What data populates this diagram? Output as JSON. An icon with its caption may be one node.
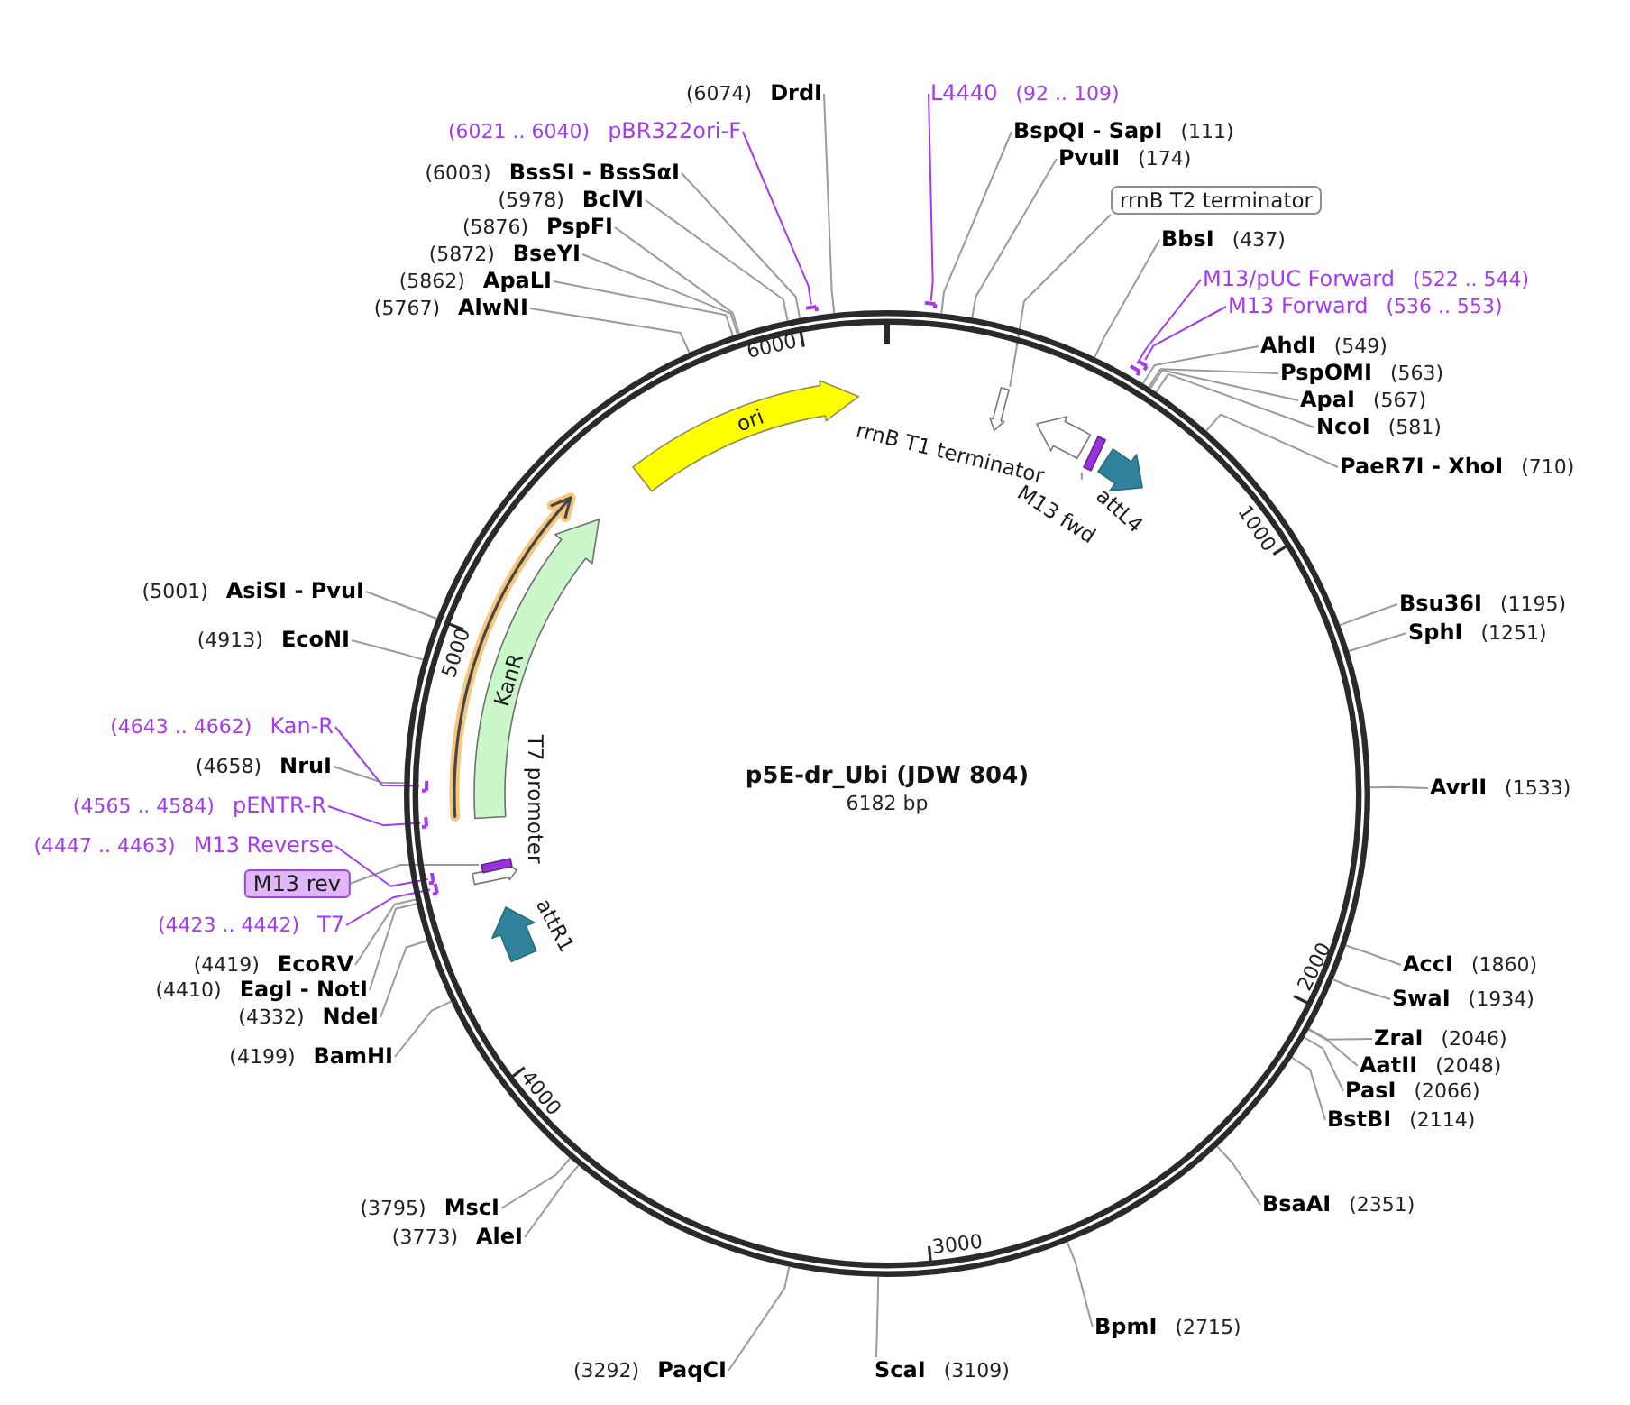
{
  "diagram": {
    "nodes": [
      {
        "text": [
          "p5E-dr_Ubi (JDW 804)",
          "6182 bp"
        ]
      },
      {
        "text": [
          "ori"
        ],
        "in": 0
      },
      {
        "text": [],
        "shape": "arrow",
        "in": 0
      },
      {
        "text": [],
        "shape": "arrow",
        "beside": [
          "rrnB T1 terminator"
        ],
        "in": 0
      },
      {
        "text": [],
        "shape": "bar",
        "in": 0
      },
      {
        "text": [
          "M13 fwd"
        ],
        "in": 0
      },
      {
        "text": [],
        "shape": "arrow",
        "beside": [
          "attL4"
        ],
        "in": 0
      },
      {
        "text": [],
        "shape": "arrow",
        "beside": [
          "attR1"
        ],
        "in": 0
      },
      {
        "text": [],
        "shape": "arrow",
        "beside": [
          "T7 promoter"
        ],
        "in": 0
      },
      {
        "text": [],
        "shape": "bar",
        "in": 0
      },
      {
        "text": [
          "KanR"
        ],
        "in": 0
      },
      {
        "text": [],
        "shape": "arrow",
        "in": 0
      },
      {
        "text": [],
        "shape": "bar"
      },
      {
        "text": [],
        "shape": "bar"
      },
      {
        "text": [],
        "shape": "bar"
      },
      {
        "text": [],
        "shape": "bar",
        "in": 0
      },
      {
        "text": [],
        "shape": "bar",
        "in": 0
      },
      {
        "text": [],
        "shape": "bar",
        "in": 0
      },
      {
        "text": [],
        "shape": "bar",
        "in": 0
      },
      {
        "text": [],
        "shape": "bar"
      },
      {
        "text": [
          "L4440",
          "(92 .. 109)"
        ]
      },
      {
        "text": [
          "BspQI - SapI",
          "(111)"
        ]
      },
      {
        "text": [
          "PvuII",
          "(174)"
        ]
      },
      {
        "text": [
          "rrnB T2 terminator"
        ]
      },
      {
        "text": [
          "BbsI",
          "(437)"
        ]
      },
      {
        "text": [
          "M13/pUC Forward",
          "(522 .. 544)"
        ]
      },
      {
        "text": [
          "M13 Forward",
          "(536 .. 553)"
        ]
      },
      {
        "text": [
          "AhdI",
          "(549)"
        ]
      },
      {
        "text": [
          "PspOMI",
          "(563)"
        ]
      },
      {
        "text": [
          "ApaI",
          "(567)"
        ]
      },
      {
        "text": [
          "NcoI",
          "(581)"
        ]
      },
      {
        "text": [
          "PaeR7I - XhoI",
          "(710)"
        ]
      },
      {
        "text": [
          "Bsu36I",
          "(1195)"
        ]
      },
      {
        "text": [
          "SphI",
          "(1251)"
        ]
      },
      {
        "text": [
          "AvrII",
          "(1533)"
        ]
      },
      {
        "text": [
          "AccI",
          "(1860)"
        ]
      },
      {
        "text": [
          "SwaI",
          "(1934)"
        ]
      },
      {
        "text": [
          "ZraI",
          "(2046)"
        ]
      },
      {
        "text": [
          "AatII",
          "(2048)"
        ]
      },
      {
        "text": [
          "PasI",
          "(2066)"
        ]
      },
      {
        "text": [
          "BstBI",
          "(2114)"
        ]
      },
      {
        "text": [
          "BsaAI",
          "(2351)"
        ]
      },
      {
        "text": [
          "BpmI",
          "(2715)"
        ]
      },
      {
        "text": [
          "ScaI",
          "(3109)"
        ]
      },
      {
        "text": [
          "(3292)",
          "PaqCI"
        ]
      },
      {
        "text": [
          "(3773)",
          "AleI"
        ]
      },
      {
        "text": [
          "(3795)",
          "MscI"
        ]
      },
      {
        "text": [
          "(4199)",
          "BamHI"
        ]
      },
      {
        "text": [
          "(4332)",
          "NdeI"
        ]
      },
      {
        "text": [
          "(4410)",
          "EagI - NotI"
        ]
      },
      {
        "text": [
          "(4419)",
          "EcoRV"
        ]
      },
      {
        "text": [
          "(4423 .. 4442)",
          "T7"
        ]
      },
      {
        "text": [
          "M13 rev"
        ]
      },
      {
        "text": [
          "(4447 .. 4463)",
          "M13 Reverse"
        ]
      },
      {
        "text": [
          "(4565 .. 4584)",
          "pENTR-R"
        ]
      },
      {
        "text": [
          "(4658)",
          "NruI"
        ]
      },
      {
        "text": [
          "(4643 .. 4662)",
          "Kan-R"
        ]
      },
      {
        "text": [
          "(4913)",
          "EcoNI"
        ]
      },
      {
        "text": [
          "(5001)",
          "AsiSI - PvuI"
        ]
      },
      {
        "text": [
          "(5767)",
          "AlwNI"
        ]
      },
      {
        "text": [
          "(5862)",
          "ApaLI"
        ]
      },
      {
        "text": [
          "(5872)",
          "BseYI"
        ]
      },
      {
        "text": [
          "(5876)",
          "PspFI"
        ]
      },
      {
        "text": [
          "(5978)",
          "BclVI"
        ]
      },
      {
        "text": [
          "(6003)",
          "BssSI - BssSαI"
        ]
      },
      {
        "text": [
          "(6021 .. 6040)",
          "pBR322ori-F"
        ]
      },
      {
        "text": [
          "(6074)",
          "DrdI"
        ]
      }
    ],
    "edges": [
      {
        "from": 20,
        "to": 12,
        "arrow": "none",
        "color": "#a23cf0"
      },
      {
        "from": 21,
        "to": 0,
        "arrow": "none"
      },
      {
        "from": 22,
        "to": 0,
        "arrow": "none"
      },
      {
        "from": 23,
        "to": 2,
        "arrow": "none"
      },
      {
        "from": 24,
        "to": 0,
        "arrow": "none"
      },
      {
        "from": 25,
        "to": 13,
        "arrow": "none",
        "color": "#a23cf0"
      },
      {
        "from": 26,
        "to": 14,
        "arrow": "none",
        "color": "#a23cf0"
      },
      {
        "from": 27,
        "to": 0,
        "arrow": "none"
      },
      {
        "from": 28,
        "to": 0,
        "arrow": "none"
      },
      {
        "from": 29,
        "to": 0,
        "arrow": "none"
      },
      {
        "from": 30,
        "to": 0,
        "arrow": "none"
      },
      {
        "from": 31,
        "to": 0,
        "arrow": "none"
      },
      {
        "from": 32,
        "to": 0,
        "arrow": "none"
      },
      {
        "from": 33,
        "to": 0,
        "arrow": "none"
      },
      {
        "from": 34,
        "to": 0,
        "arrow": "none"
      },
      {
        "from": 35,
        "to": 0,
        "arrow": "none"
      },
      {
        "from": 36,
        "to": 0,
        "arrow": "none"
      },
      {
        "from": 37,
        "to": 0,
        "arrow": "none"
      },
      {
        "from": 38,
        "to": 0,
        "arrow": "none"
      },
      {
        "from": 39,
        "to": 0,
        "arrow": "none"
      },
      {
        "from": 40,
        "to": 0,
        "arrow": "none"
      },
      {
        "from": 41,
        "to": 0,
        "arrow": "none"
      },
      {
        "from": 42,
        "to": 0,
        "arrow": "none"
      },
      {
        "from": 43,
        "to": 0,
        "arrow": "none"
      },
      {
        "from": 44,
        "to": 0,
        "arrow": "none"
      },
      {
        "from": 45,
        "to": 0,
        "arrow": "none"
      },
      {
        "from": 46,
        "to": 0,
        "arrow": "none"
      },
      {
        "from": 47,
        "to": 0,
        "arrow": "none"
      },
      {
        "from": 48,
        "to": 0,
        "arrow": "none"
      },
      {
        "from": 49,
        "to": 0,
        "arrow": "none"
      },
      {
        "from": 50,
        "to": 0,
        "arrow": "none"
      },
      {
        "from": 51,
        "to": 15,
        "arrow": "none",
        "color": "#a23cf0"
      },
      {
        "from": 52,
        "to": 9,
        "arrow": "none"
      },
      {
        "from": 53,
        "to": 16,
        "arrow": "none",
        "color": "#a23cf0"
      },
      {
        "from": 54,
        "to": 17,
        "arrow": "none",
        "color": "#a23cf0"
      },
      {
        "from": 55,
        "to": 0,
        "arrow": "none"
      },
      {
        "from": 56,
        "to": 18,
        "arrow": "none",
        "color": "#a23cf0"
      },
      {
        "from": 57,
        "to": 0,
        "arrow": "none"
      },
      {
        "from": 58,
        "to": 0,
        "arrow": "none"
      },
      {
        "from": 59,
        "to": 0,
        "arrow": "none"
      },
      {
        "from": 60,
        "to": 0,
        "arrow": "none"
      },
      {
        "from": 61,
        "to": 0,
        "arrow": "none"
      },
      {
        "from": 62,
        "to": 0,
        "arrow": "none"
      },
      {
        "from": 63,
        "to": 0,
        "arrow": "none"
      },
      {
        "from": 64,
        "to": 0,
        "arrow": "none"
      },
      {
        "from": 65,
        "to": 19,
        "arrow": "none",
        "color": "#a23cf0"
      },
      {
        "from": 66,
        "to": 0,
        "arrow": "none"
      },
      {
        "from": 5,
        "to": 4,
        "arrow": "none"
      }
    ],
    "labels": [
      "1000",
      "2000",
      "3000",
      "4000",
      "5000",
      "6000"
    ]
  }
}
